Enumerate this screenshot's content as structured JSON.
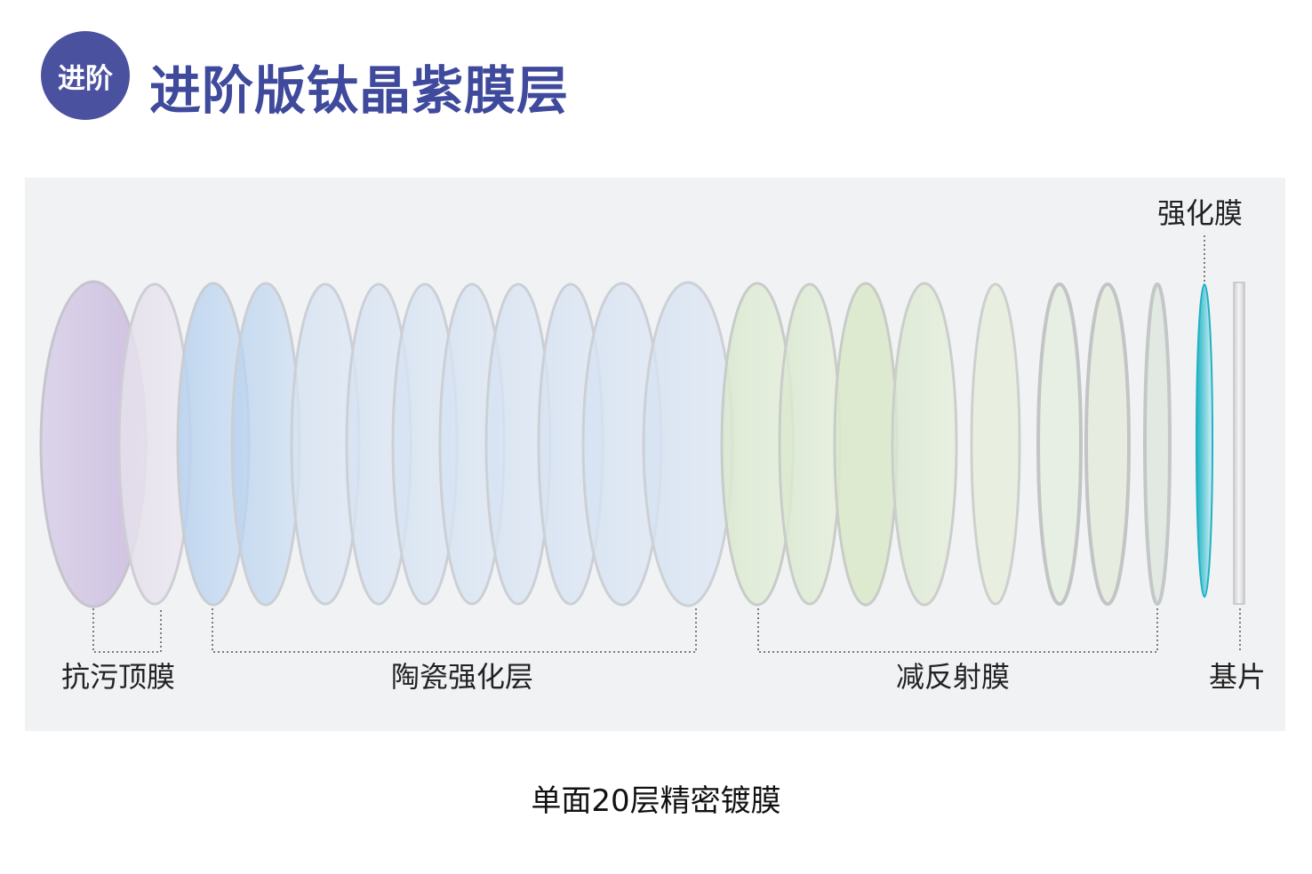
{
  "header": {
    "badge": "进阶",
    "title": "进阶版钛晶紫膜层"
  },
  "diagram": {
    "labels": {
      "anti_smudge": "抗污顶膜",
      "ceramic": "陶瓷强化层",
      "anti_reflective": "减反射膜",
      "hardening": "强化膜",
      "substrate": "基片"
    },
    "layer_groups": [
      {
        "name": "抗污顶膜",
        "count": 2,
        "fill": "#cfc3e3",
        "edge": "#c4c4cc"
      },
      {
        "name": "陶瓷强化层",
        "count": 10,
        "fill": "#c7dbf2",
        "edge": "#c9cdd3"
      },
      {
        "name": "减反射膜",
        "count": 8,
        "fill": "#dfeacf",
        "edge": "#c8ccc8"
      },
      {
        "name": "强化膜",
        "count": 1,
        "fill": "#bfe9ef",
        "edge": "#22b3c6"
      },
      {
        "name": "基片",
        "count": 1,
        "fill": "#e6e6e8",
        "edge": "#c3c3c6"
      }
    ],
    "colors": {
      "badge": "#4a519f",
      "title": "#3f4a9c",
      "panel": "#f1f2f4",
      "bracket": "#555555"
    }
  },
  "footer": {
    "caption": "单面20层精密镀膜"
  }
}
